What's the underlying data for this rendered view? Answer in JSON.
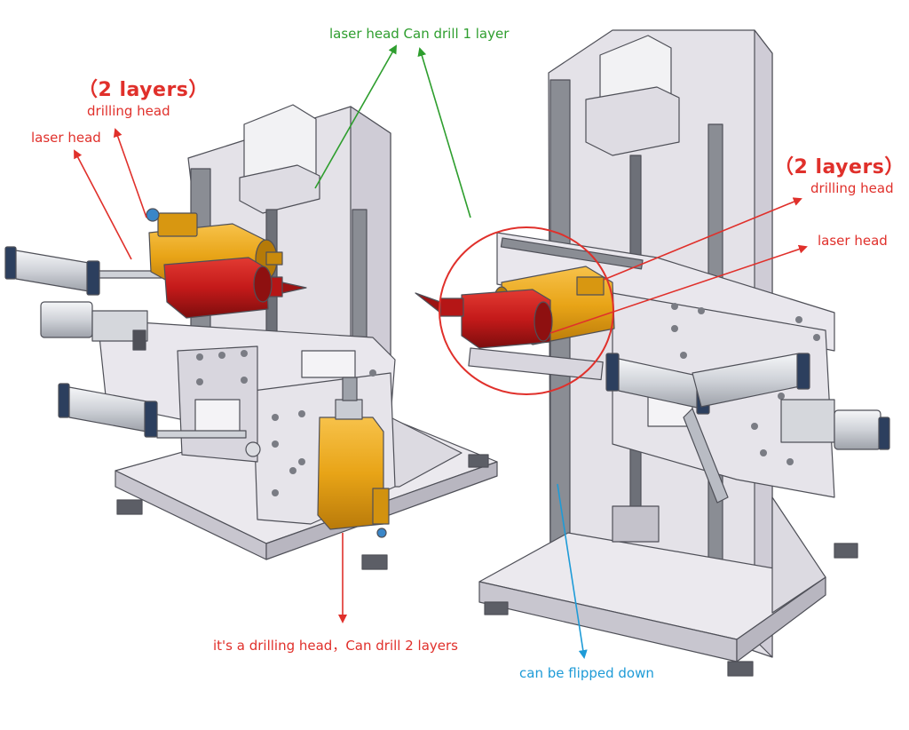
{
  "labels": {
    "laser_can_drill_1": "laser head Can drill 1 layer",
    "left_two_layers": "（2 layers）",
    "left_drilling_head": "drilling head",
    "left_laser_head": "laser head",
    "right_two_layers": "（2 layers）",
    "right_drilling_head": "drilling head",
    "right_laser_head": "laser head",
    "bottom_drilling": "it's a drilling head，Can drill 2 layers",
    "flipped_down": "can be flipped down"
  },
  "colors": {
    "annotation_red": "#e0302b",
    "annotation_green": "#2e9e2e",
    "annotation_blue": "#1e9bd7",
    "drilling_head_body": "#e8a417",
    "laser_head_body": "#c41a1a",
    "frame": "#dedce3",
    "frame_edge": "#5a5a62",
    "rail": "#7c7f86"
  },
  "icons": [
    "arrow-icon",
    "highlight-circle"
  ]
}
